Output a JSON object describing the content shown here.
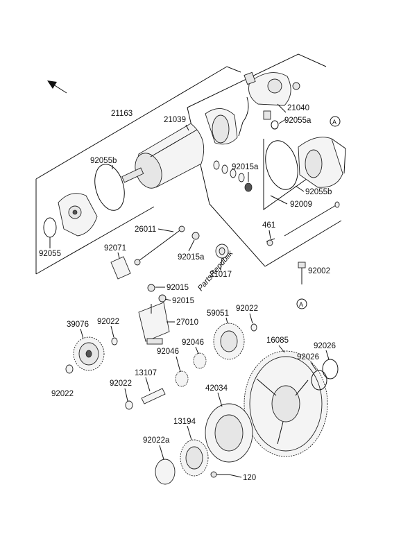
{
  "labels": {
    "l21163": "21163",
    "l21039": "21039",
    "l21040": "21040",
    "l92055a": "92055a",
    "l92055b_left": "92055b",
    "l92015a_upper": "92015a",
    "l92055b_right": "92055b",
    "l92009": "92009",
    "l92055": "92055",
    "l26011": "26011",
    "l461": "461",
    "l92071": "92071",
    "l92015a_lower": "92015a",
    "l21017": "21017",
    "l92002": "92002",
    "l92015_a": "92015",
    "l92015_b": "92015",
    "l59051": "59051",
    "l92022_top": "92022",
    "l39076": "39076",
    "l92022_mid": "92022",
    "l27010": "27010",
    "l16085": "16085",
    "l92046_a": "92046",
    "l92046_b": "92046",
    "l92026_a": "92026",
    "l92026_b": "92026",
    "l13107": "13107",
    "l92022_left": "92022",
    "l92022_low": "92022",
    "l42034": "42034",
    "l13194": "13194",
    "l92022a": "92022a",
    "l120": "120",
    "ref_a_top": "A",
    "ref_a_bottom": "A"
  },
  "watermark": "PartsRepublik",
  "colors": {
    "line": "#111111",
    "part_fill": "#f4f4f4",
    "background": "#ffffff"
  },
  "icons": {
    "direction": "arrow-up-left-icon"
  }
}
